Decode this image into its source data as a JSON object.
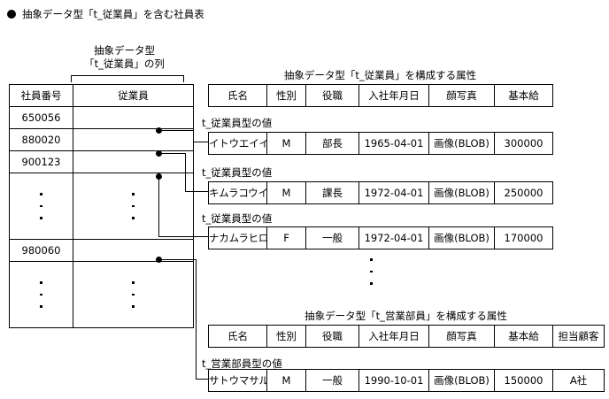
{
  "heading": {
    "bullet": "●",
    "text": "抽象データ型「t_従業員」を含む社員表"
  },
  "left_table": {
    "caption_line1": "抽象データ型",
    "caption_line2": "「t_従業員」の列",
    "columns": [
      "社員番号",
      "従業員"
    ],
    "rows": [
      {
        "type": "data",
        "employee_no": "650056"
      },
      {
        "type": "data",
        "employee_no": "880020"
      },
      {
        "type": "data",
        "employee_no": "900123"
      },
      {
        "type": "ellipsis"
      },
      {
        "type": "data",
        "employee_no": "980060"
      },
      {
        "type": "ellipsis"
      }
    ]
  },
  "employee_type": {
    "caption": "抽象データ型「t_従業員」を構成する属性",
    "columns": [
      "氏名",
      "性別",
      "役職",
      "入社年月日",
      "顔写真",
      "基本給"
    ],
    "value_label": "t_従業員型の値",
    "rows": [
      {
        "name": "イトウエイイチ",
        "gender": "M",
        "position": "部長",
        "hire_date": "1965-04-01",
        "photo": "画像(BLOB)",
        "salary": "300000"
      },
      {
        "name": "キムラコウイチ",
        "gender": "M",
        "position": "課長",
        "hire_date": "1972-04-01",
        "photo": "画像(BLOB)",
        "salary": "250000"
      },
      {
        "name": "ナカムラヒロコ",
        "gender": "F",
        "position": "一般",
        "hire_date": "1972-04-01",
        "photo": "画像(BLOB)",
        "salary": "170000"
      }
    ]
  },
  "sales_type": {
    "caption": "抽象データ型「t_営業部員」を構成する属性",
    "columns": [
      "氏名",
      "性別",
      "役職",
      "入社年月日",
      "顔写真",
      "基本給",
      "担当顧客"
    ],
    "value_label": "t_営業部員型の値",
    "rows": [
      {
        "name": "サトウマサル",
        "gender": "M",
        "position": "一般",
        "hire_date": "1990-10-01",
        "photo": "画像(BLOB)",
        "salary": "150000",
        "customer": "A社"
      }
    ]
  }
}
